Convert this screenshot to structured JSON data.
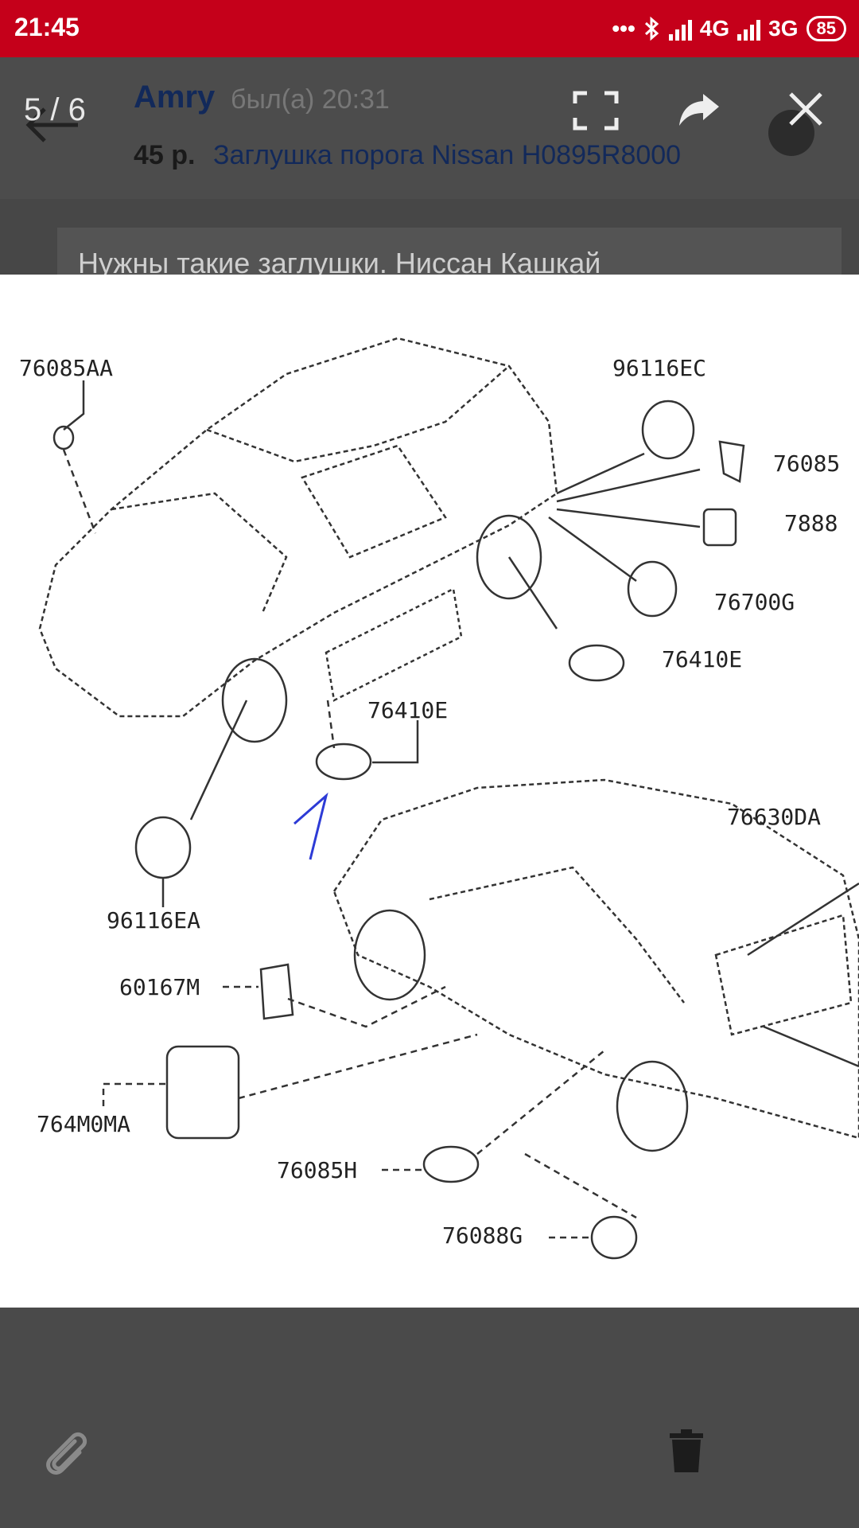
{
  "status_bar": {
    "time": "21:45",
    "network_1": "4G",
    "network_2": "3G",
    "battery": "85"
  },
  "header": {
    "counter": "5 / 6",
    "author": "Amry",
    "last_seen": "был(а) 20:31",
    "price": "45 р.",
    "product_title": "Заглушка порога Nissan H0895R8000"
  },
  "message_preview": "Нужны такие заглушки. Ниссан Кашкай",
  "diagram": {
    "labels": [
      "76085AA",
      "96116EC",
      "76085",
      "7888",
      "76700G",
      "76410E",
      "76410E",
      "96116EA",
      "76630DA",
      "60167M",
      "764M0MA",
      "76085H",
      "76088G"
    ]
  },
  "icons": {
    "back": "arrow-left-icon",
    "fullscreen": "fullscreen-icon",
    "share": "share-icon",
    "close": "close-icon",
    "attach": "paperclip-icon",
    "delete": "trash-icon"
  }
}
